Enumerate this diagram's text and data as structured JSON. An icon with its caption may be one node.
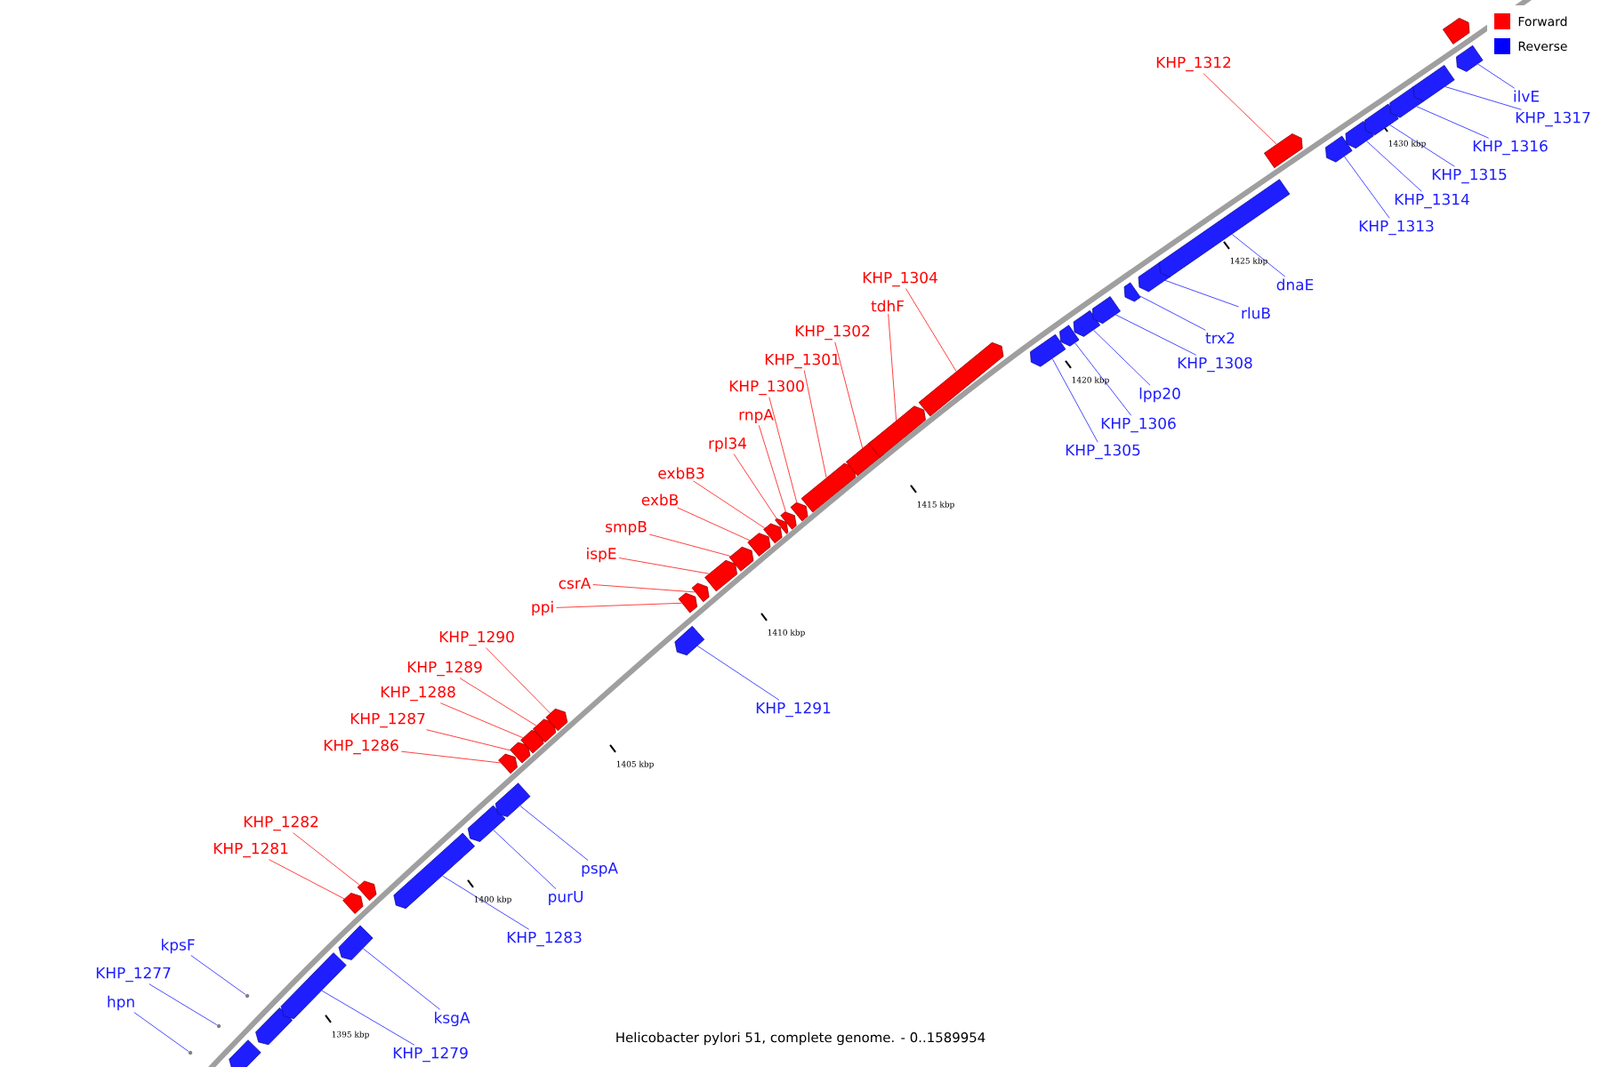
{
  "diagram": {
    "caption": "Helicobacter pylori 51, complete genome. - 0..1589954",
    "nodes": [
      {
        "text": [],
        "shape": "circle"
      },
      {
        "text": [],
        "shape": "circle"
      },
      {
        "text": [],
        "shape": "circle"
      },
      {
        "text": [],
        "shape": "box"
      },
      {
        "text": [],
        "shape": "box"
      },
      {
        "text": [],
        "shape": "box"
      },
      {
        "text": [],
        "shape": "box"
      },
      {
        "text": [],
        "shape": "box"
      },
      {
        "text": [],
        "shape": "box"
      },
      {
        "text": [],
        "shape": "box"
      },
      {
        "text": [],
        "shape": "box"
      },
      {
        "text": [],
        "shape": "box"
      },
      {
        "text": [],
        "shape": "box"
      },
      {
        "text": [],
        "shape": "box"
      },
      {
        "text": [],
        "shape": "box"
      },
      {
        "text": [],
        "shape": "box"
      },
      {
        "text": [],
        "shape": "box"
      },
      {
        "text": [],
        "shape": "box"
      },
      {
        "text": [],
        "shape": "box"
      },
      {
        "text": [],
        "shape": "box"
      },
      {
        "text": [],
        "shape": "box"
      },
      {
        "text": [],
        "shape": "box"
      },
      {
        "text": [],
        "shape": "box"
      },
      {
        "text": [],
        "shape": "box"
      },
      {
        "text": [],
        "shape": "box"
      },
      {
        "text": [],
        "shape": "box"
      },
      {
        "text": [],
        "shape": "box"
      },
      {
        "text": [],
        "shape": "box"
      },
      {
        "text": [],
        "shape": "box"
      },
      {
        "text": [],
        "shape": "box"
      },
      {
        "text": [],
        "shape": "box"
      },
      {
        "text": [],
        "shape": "box"
      },
      {
        "text": [],
        "shape": "box"
      },
      {
        "text": [],
        "shape": "box"
      },
      {
        "text": [],
        "shape": "box"
      },
      {
        "text": [],
        "shape": "box"
      },
      {
        "text": [],
        "shape": "box"
      },
      {
        "text": [],
        "shape": "box"
      },
      {
        "text": [],
        "shape": "box"
      },
      {
        "text": [],
        "shape": "box"
      },
      {
        "text": [],
        "shape": "box"
      },
      {
        "text": [],
        "shape": "box"
      },
      {
        "text": [],
        "shape": "box"
      },
      {
        "text": [],
        "shape": "box"
      },
      {
        "text": [],
        "shape": "box"
      },
      {
        "text": [],
        "shape": "box"
      },
      {
        "text": [
          "KHP_1312"
        ]
      },
      {
        "text": [
          "ilvE"
        ]
      },
      {
        "text": [
          "KHP_1317"
        ]
      },
      {
        "text": [
          "KHP_1316"
        ]
      },
      {
        "text": [
          "KHP_1315"
        ]
      },
      {
        "text": [
          "KHP_1314"
        ]
      },
      {
        "text": [
          "KHP_1313"
        ]
      },
      {
        "text": [
          "KHP_1304"
        ]
      },
      {
        "text": [
          "dnaE"
        ]
      },
      {
        "text": [
          "tdhF"
        ]
      },
      {
        "text": [
          "rluB"
        ]
      },
      {
        "text": [
          "KHP_1302"
        ]
      },
      {
        "text": [
          "trx2"
        ]
      },
      {
        "text": [
          "KHP_1301"
        ]
      },
      {
        "text": [
          "KHP_1308"
        ]
      },
      {
        "text": [
          "KHP_1300"
        ]
      },
      {
        "text": [
          "lpp20"
        ]
      },
      {
        "text": [
          "rnpA"
        ]
      },
      {
        "text": [
          "KHP_1306"
        ]
      },
      {
        "text": [
          "rpl34"
        ]
      },
      {
        "text": [
          "KHP_1305"
        ]
      },
      {
        "text": [
          "exbB3"
        ]
      },
      {
        "text": [
          "exbB"
        ]
      },
      {
        "text": [
          "smpB"
        ]
      },
      {
        "text": [
          "ispE"
        ]
      },
      {
        "text": [
          "csrA"
        ]
      },
      {
        "text": [
          "ppi"
        ]
      },
      {
        "text": [
          "KHP_1290"
        ]
      },
      {
        "text": [
          "KHP_1289"
        ]
      },
      {
        "text": [
          "KHP_1288"
        ]
      },
      {
        "text": [
          "KHP_1287"
        ]
      },
      {
        "text": [
          "KHP_1291"
        ]
      },
      {
        "text": [
          "KHP_1286"
        ]
      },
      {
        "text": [
          "KHP_1282"
        ]
      },
      {
        "text": [
          "KHP_1281"
        ]
      },
      {
        "text": [
          "pspA"
        ]
      },
      {
        "text": [
          "purU"
        ]
      },
      {
        "text": [
          "KHP_1283"
        ]
      },
      {
        "text": [
          "kpsF"
        ]
      },
      {
        "text": [
          "KHP_1277"
        ]
      },
      {
        "text": [
          "hpn"
        ]
      },
      {
        "text": [
          "ksgA"
        ]
      },
      {
        "text": [
          "KHP_1279"
        ]
      }
    ],
    "edges": [
      {
        "from": 46,
        "to": 38,
        "arrow": "none",
        "color": "#ff4040"
      },
      {
        "from": 47,
        "to": 45,
        "arrow": "none"
      },
      {
        "from": 48,
        "to": 43,
        "arrow": "none"
      },
      {
        "from": 49,
        "to": 42,
        "arrow": "none"
      },
      {
        "from": 50,
        "to": 41,
        "arrow": "none"
      },
      {
        "from": 51,
        "to": 40,
        "arrow": "none"
      },
      {
        "from": 52,
        "to": 39,
        "arrow": "none"
      },
      {
        "from": 53,
        "to": 30,
        "arrow": "none",
        "color": "#ff4040"
      },
      {
        "from": 54,
        "to": 37,
        "arrow": "none"
      },
      {
        "from": 55,
        "to": 29,
        "arrow": "none",
        "color": "#ff4040"
      },
      {
        "from": 56,
        "to": 36,
        "arrow": "none"
      },
      {
        "from": 57,
        "to": 28,
        "arrow": "none",
        "color": "#ff4040"
      },
      {
        "from": 58,
        "to": 35,
        "arrow": "none"
      },
      {
        "from": 59,
        "to": 27,
        "arrow": "none",
        "color": "#ff4040"
      },
      {
        "from": 60,
        "to": 34,
        "arrow": "none"
      },
      {
        "from": 61,
        "to": 26,
        "arrow": "none",
        "color": "#ff4040"
      },
      {
        "from": 62,
        "to": 33,
        "arrow": "none"
      },
      {
        "from": 63,
        "to": 25,
        "arrow": "none",
        "color": "#ff4040"
      },
      {
        "from": 64,
        "to": 32,
        "arrow": "none"
      },
      {
        "from": 65,
        "to": 24,
        "arrow": "none",
        "color": "#ff4040"
      },
      {
        "from": 66,
        "to": 31,
        "arrow": "none"
      },
      {
        "from": 67,
        "to": 23,
        "arrow": "none",
        "color": "#ff4040"
      },
      {
        "from": 68,
        "to": 22,
        "arrow": "none",
        "color": "#ff4040"
      },
      {
        "from": 69,
        "to": 21,
        "arrow": "none",
        "color": "#ff4040"
      },
      {
        "from": 70,
        "to": 20,
        "arrow": "none",
        "color": "#ff4040"
      },
      {
        "from": 71,
        "to": 19,
        "arrow": "none",
        "color": "#ff4040"
      },
      {
        "from": 72,
        "to": 18,
        "arrow": "none",
        "color": "#ff4040"
      },
      {
        "from": 73,
        "to": 16,
        "arrow": "none",
        "color": "#ff4040"
      },
      {
        "from": 74,
        "to": 15,
        "arrow": "none",
        "color": "#ff4040"
      },
      {
        "from": 75,
        "to": 14,
        "arrow": "none",
        "color": "#ff4040"
      },
      {
        "from": 76,
        "to": 13,
        "arrow": "none",
        "color": "#ff4040"
      },
      {
        "from": 77,
        "to": 17,
        "arrow": "none"
      },
      {
        "from": 78,
        "to": 12,
        "arrow": "none",
        "color": "#ff4040"
      },
      {
        "from": 79,
        "to": 8,
        "arrow": "none",
        "color": "#ff4040"
      },
      {
        "from": 80,
        "to": 7,
        "arrow": "none",
        "color": "#ff4040"
      },
      {
        "from": 81,
        "to": 11,
        "arrow": "none"
      },
      {
        "from": 82,
        "to": 10,
        "arrow": "none"
      },
      {
        "from": 83,
        "to": 9,
        "arrow": "none"
      },
      {
        "from": 84,
        "to": 2,
        "arrow": "none"
      },
      {
        "from": 85,
        "to": 1,
        "arrow": "none"
      },
      {
        "from": 86,
        "to": 0,
        "arrow": "none"
      },
      {
        "from": 87,
        "to": 6,
        "arrow": "none"
      },
      {
        "from": 88,
        "to": 5,
        "arrow": "none"
      }
    ],
    "labels": [
      "1430 kbp",
      "1425 kbp",
      "1420 kbp",
      "1415 kbp",
      "1410 kbp",
      "1405 kbp",
      "1400 kbp",
      "1395 kbp"
    ],
    "legend": [
      {
        "text": "Forward",
        "color": "#ff0000"
      },
      {
        "text": "Reverse",
        "color": "#0000ff"
      }
    ]
  }
}
